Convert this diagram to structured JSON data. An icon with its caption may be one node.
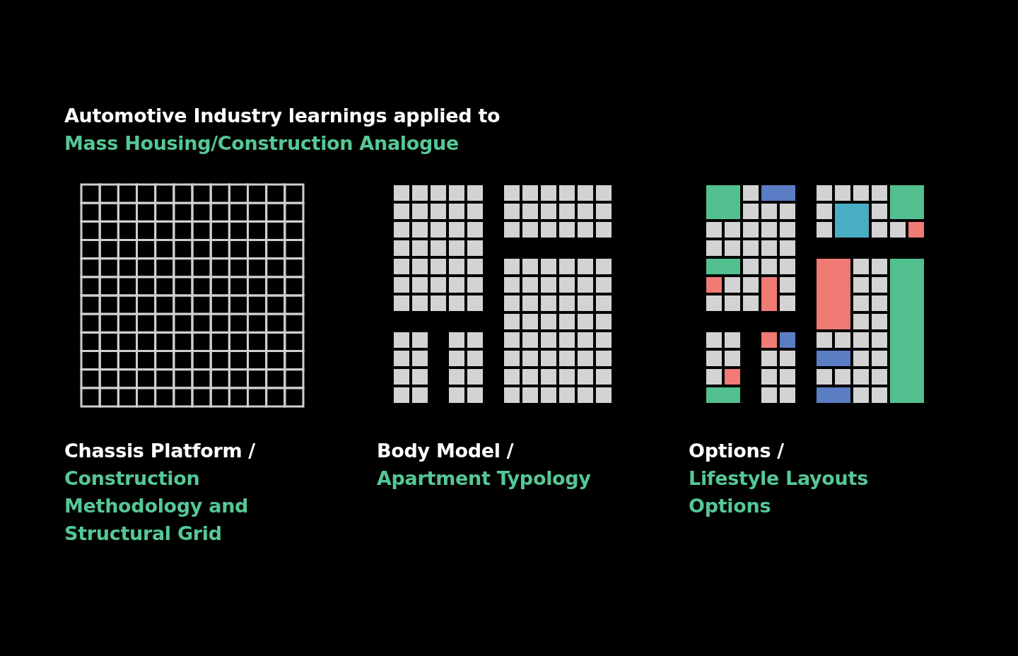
{
  "diagram": {
    "title": "Automotive Industry learnings applied to",
    "nodes": [
      {
        "text": [
          "Chassis Platform /",
          "Construction Methodology and Structural Grid"
        ]
      },
      {
        "text": [
          "Body Model /",
          "Apartment Typology"
        ]
      },
      {
        "text": [
          "Options /",
          "Lifestyle Layouts Options"
        ]
      }
    ],
    "labels": [
      "Mass Housing/Construction Analogue"
    ]
  }
}
